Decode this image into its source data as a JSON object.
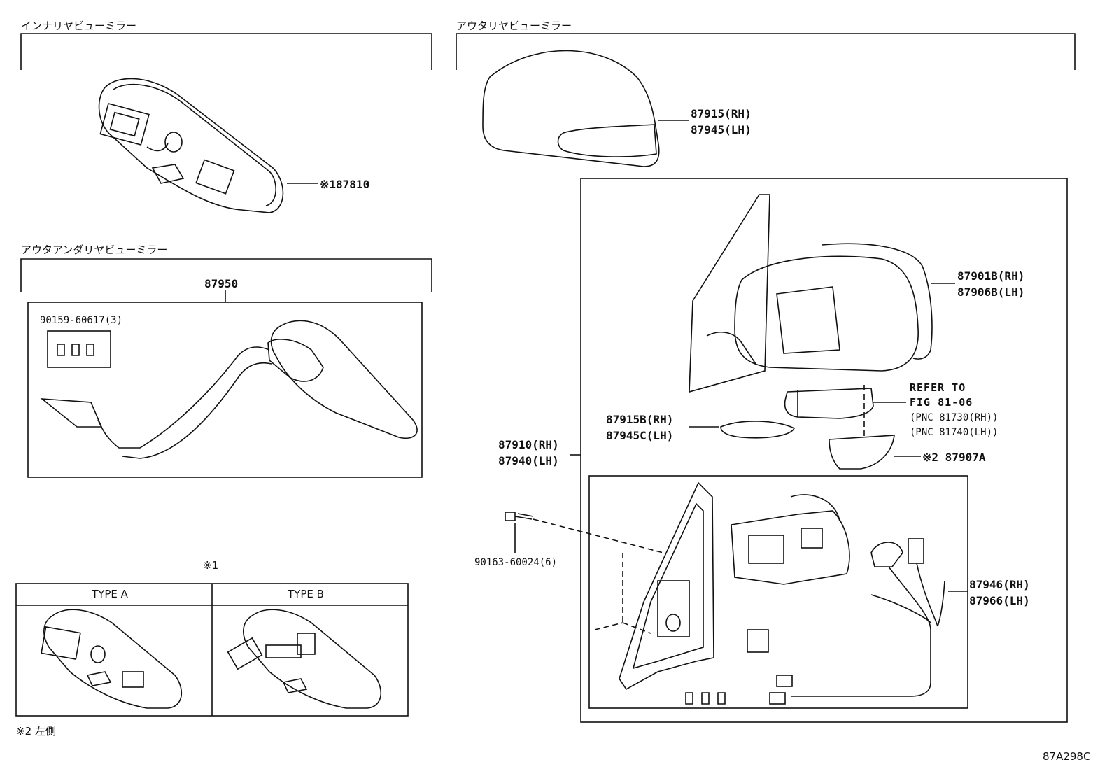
{
  "sections": {
    "inner_mirror": "インナリヤビューミラー",
    "outer_mirror": "アウタリヤビューミラー",
    "under_mirror": "アウタアンダリヤビューミラー"
  },
  "parts": {
    "p87810": "※187810",
    "p87950": "87950",
    "p90159": "90159-60617(3)",
    "p87915": "87915(RH)",
    "p87945": "87945(LH)",
    "p87901B": "87901B(RH)",
    "p87906B": "87906B(LH)",
    "p87915B": "87915B(RH)",
    "p87945C": "87945C(LH)",
    "p87910": "87910(RH)",
    "p87940": "87940(LH)",
    "p87907A": "※2 87907A",
    "p90163": "90163-60024(6)",
    "p87946": "87946(RH)",
    "p87966": "87966(LH)"
  },
  "reference": {
    "line1": "REFER TO",
    "line2": "FIG 81-06",
    "pnc1": "(PNC 81730(RH))",
    "pnc2": "(PNC 81740(LH))"
  },
  "types": {
    "note_marker": "※1",
    "type_a": "TYPE A",
    "type_b": "TYPE B"
  },
  "footer": {
    "note2": "※2 左側",
    "code": "87A298C"
  }
}
